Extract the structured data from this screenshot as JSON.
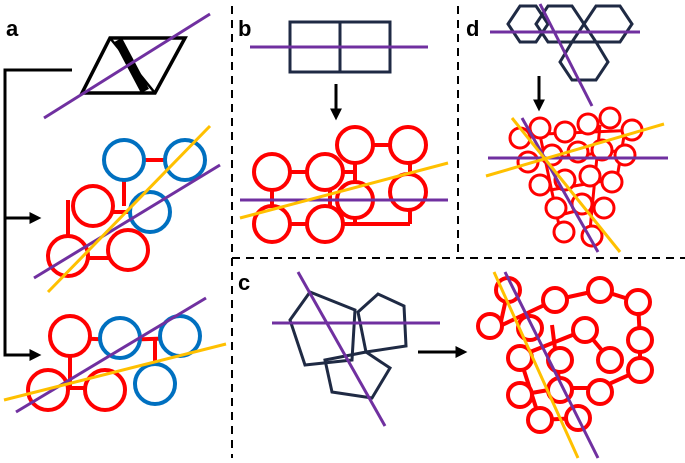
{
  "panels": {
    "a": {
      "label": "a"
    },
    "b": {
      "label": "b"
    },
    "c": {
      "label": "c"
    },
    "d": {
      "label": "d"
    }
  },
  "colors": {
    "red": "#ff0000",
    "blue": "#0070c0",
    "navy": "#1f2a44",
    "purple": "#7030a0",
    "gold": "#ffc000",
    "black": "#000000"
  }
}
